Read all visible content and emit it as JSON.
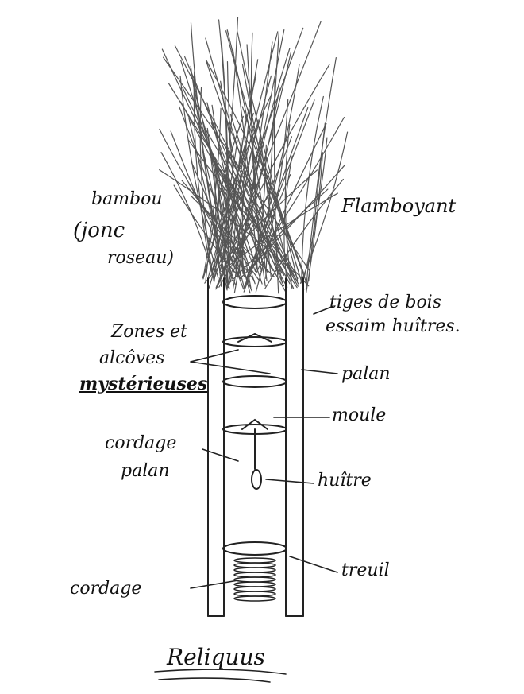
{
  "labels": {
    "bambou": "bambou",
    "jonc": "(jonc",
    "roseau": "roseau)",
    "flamboyant": "Flamboyant",
    "tiges": "tiges de bois",
    "essaim": "essaim huîtres.",
    "zones": "Zones et",
    "alcoves": "alcôves",
    "mysterieuses": "mystérieuses",
    "palan": "palan",
    "moule": "moule",
    "cordage_palan_1": "cordage",
    "cordage_palan_2": "palan",
    "huitre": "huître",
    "treuil": "treuil",
    "cordage": "cordage",
    "title": "Reliquus"
  },
  "colors": {
    "ink": "#111111",
    "paper": "#ffffff"
  }
}
